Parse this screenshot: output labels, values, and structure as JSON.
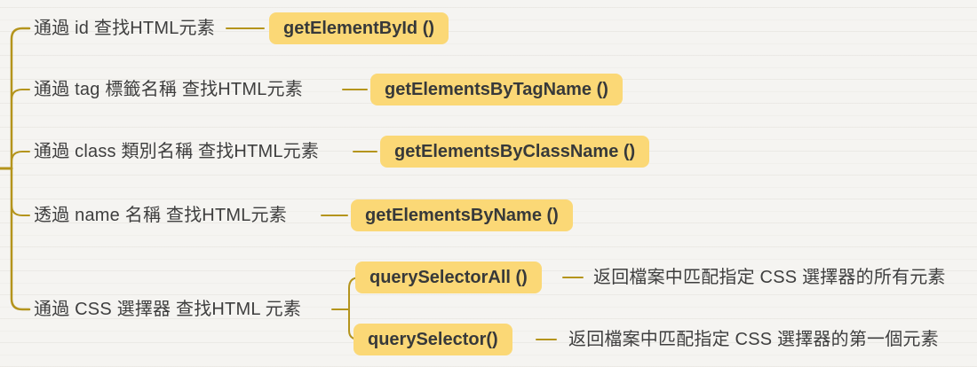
{
  "palette": {
    "background": "#f5f4f1",
    "line": "#b4941c",
    "highlight": "#fbd876",
    "text": "#3e3e3e"
  },
  "mindmap": {
    "branches": [
      {
        "label": "通過 id 查找HTML元素",
        "method": "getElementById ()"
      },
      {
        "label": "通過 tag 標籤名稱 查找HTML元素",
        "method": "getElementsByTagName ()"
      },
      {
        "label": "通過 class 類別名稱 查找HTML元素",
        "method": "getElementsByClassName ()"
      },
      {
        "label": "透過 name 名稱 查找HTML元素",
        "method": "getElementsByName ()"
      },
      {
        "label": "通過 CSS 選擇器 查找HTML 元素",
        "children": [
          {
            "method": "querySelectorAll ()",
            "description": "返回檔案中匹配指定 CSS 選擇器的所有元素"
          },
          {
            "method": "querySelector()",
            "description": "返回檔案中匹配指定 CSS 選擇器的第一個元素"
          }
        ]
      }
    ]
  }
}
